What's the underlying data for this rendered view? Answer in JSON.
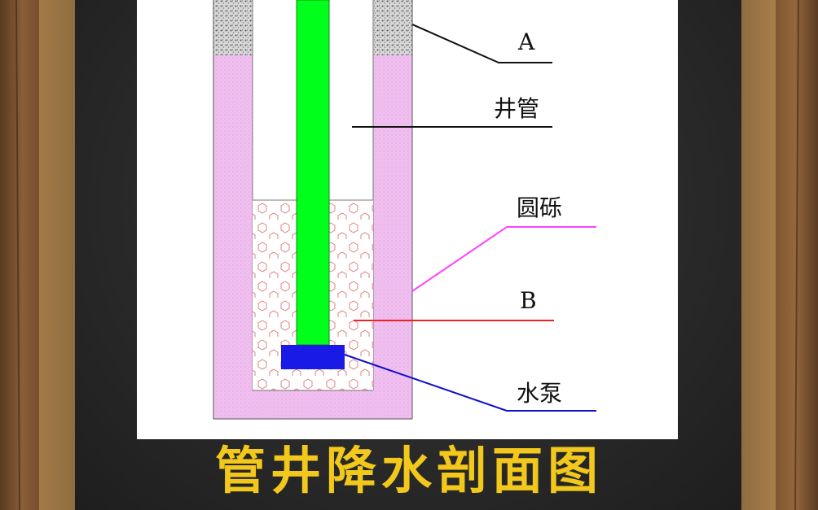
{
  "title": "管井降水剖面图",
  "labels": {
    "a": "A",
    "well_pipe": "井管",
    "gravel": "圆砾",
    "b": "B",
    "pump": "水泵"
  },
  "colors": {
    "title": "#f2c81c",
    "soil": "#f2bff2",
    "pipe": "#00ff1a",
    "pump": "#1a1ae6",
    "gravel_line": "#ff44ff",
    "b_line": "#ee2222",
    "pump_line": "#1010cc",
    "hex": "#e57a7a"
  }
}
